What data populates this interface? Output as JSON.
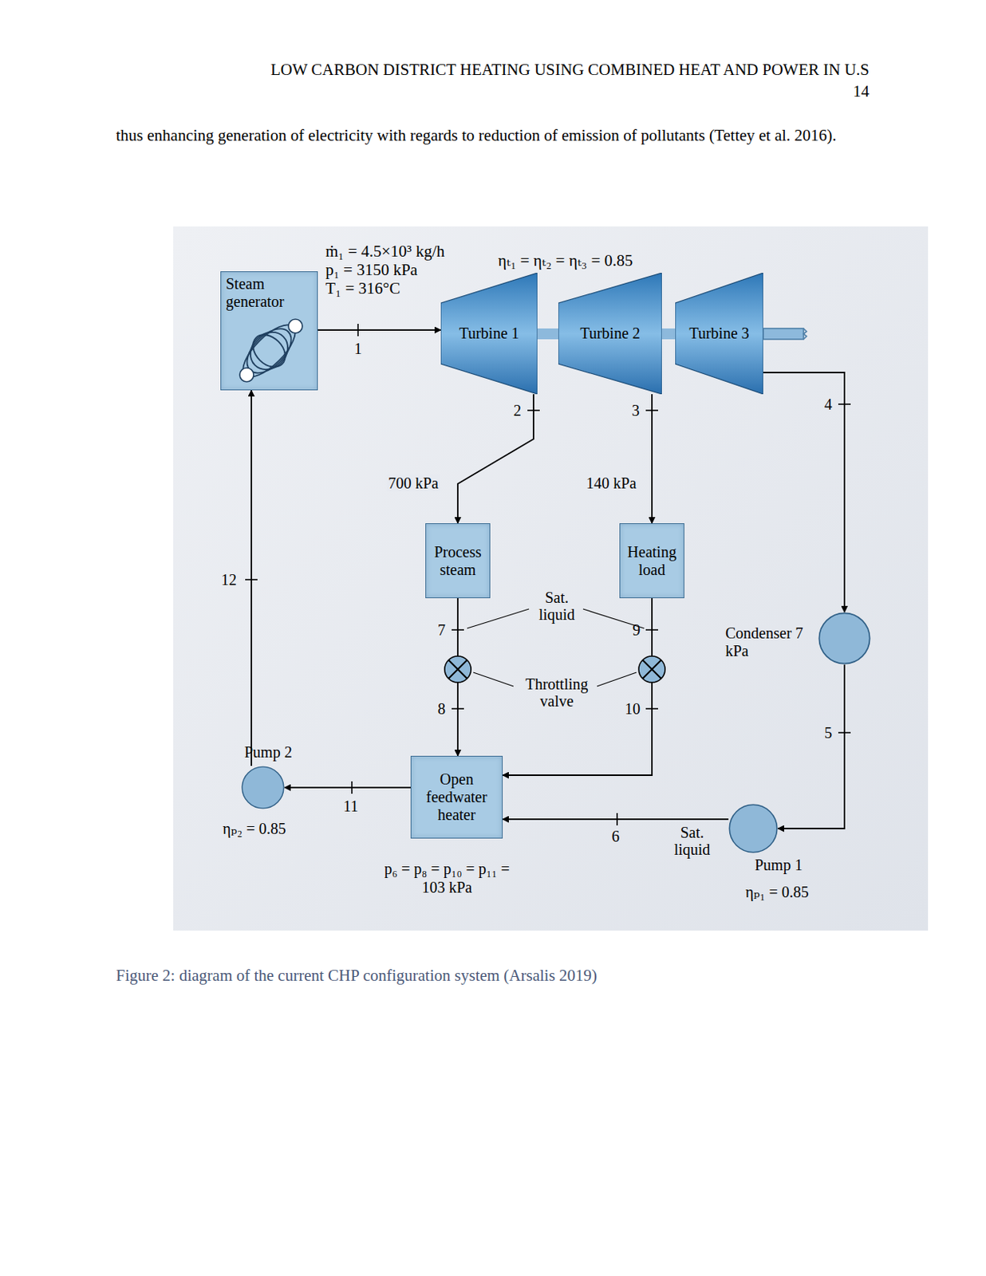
{
  "diagram": {
    "caption": "Figure 2: diagram of the current CHP configuration system (Arsalis 2019)",
    "nodes": [
      {
        "text": [
          "Steam generator"
        ]
      },
      {
        "text": [
          "Turbine 1"
        ]
      },
      {
        "text": [
          "Turbine 2"
        ]
      },
      {
        "text": [
          "Turbine 3"
        ]
      },
      {
        "text": [
          "Process steam"
        ]
      },
      {
        "text": [
          "Heating load"
        ]
      },
      {
        "text": [
          "Condenser 7 kPa"
        ]
      },
      {
        "text": [
          "Pump 2"
        ]
      },
      {
        "text": [
          "Open feedwater heater"
        ]
      },
      {
        "text": [
          "Pump 1"
        ]
      }
    ],
    "edges": [
      {
        "from": 0,
        "to": 1,
        "arrow": "to"
      },
      {
        "from": 1,
        "to": 2,
        "arrow": "none"
      },
      {
        "from": 2,
        "to": 3,
        "arrow": "none"
      },
      {
        "from": 1,
        "to": 4,
        "label": "700 kPa",
        "arrow": "to"
      },
      {
        "from": 2,
        "to": 5,
        "label": "140 kPa",
        "arrow": "to"
      },
      {
        "from": 3,
        "to": 6,
        "arrow": "to"
      },
      {
        "from": 6,
        "to": 9,
        "arrow": "to"
      },
      {
        "from": 9,
        "to": 8,
        "arrow": "to"
      },
      {
        "from": 4,
        "to": 8,
        "arrow": "to"
      },
      {
        "from": 5,
        "to": 8,
        "arrow": "to"
      },
      {
        "from": 8,
        "to": 7,
        "arrow": "to"
      },
      {
        "from": 7,
        "to": 0,
        "arrow": "to"
      }
    ],
    "labels": [
      "LOW CARBON DISTRICT HEATING USING COMBINED HEAT AND POWER IN U.S",
      "14",
      "thus enhancing generation of electricity with regards to reduction of emission of pollutants (Tettey et al. 2016).",
      "ṁ₁ = 4.5×10³ kg/h",
      "p₁ = 3150 kPa",
      "T₁ = 316°C",
      "ηₜ₁ = ηₜ₂ = ηₜ₃ = 0.85",
      "1",
      "2",
      "3",
      "4",
      "5",
      "Sat. liquid",
      "6",
      "12",
      "7",
      "Sat. liquid",
      "9",
      "Throttling valve",
      "8",
      "10",
      "11",
      "ηₚ₂ = 0.85",
      "p₆ = p₈ = p₁₀ = p₁₁ = 103 kPa",
      "ηₚ₁ = 0.85"
    ]
  }
}
